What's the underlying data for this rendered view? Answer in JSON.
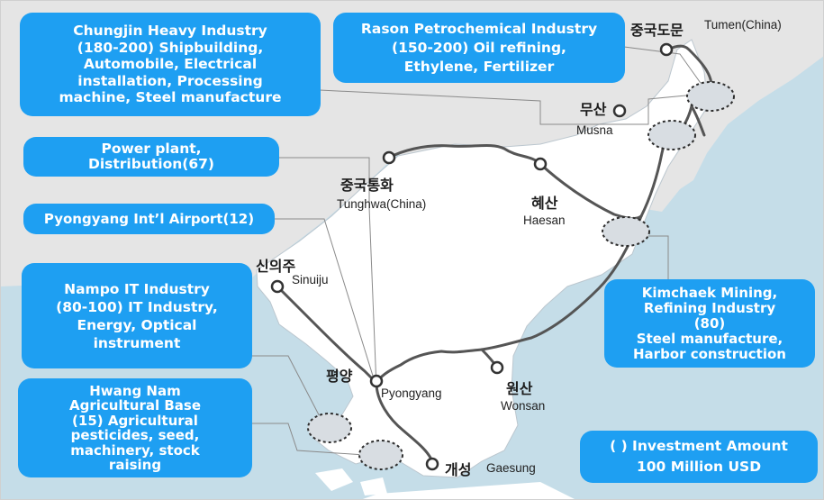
{
  "colors": {
    "box_fill": "#1e9ff2",
    "box_text": "#ffffff",
    "sea": "#c5dde8",
    "land": "#ffffff",
    "china_land": "#e5e5e5",
    "railway": "#555555",
    "zone_fill": "#d8dde2",
    "zone_border": "#2e2e2e"
  },
  "boxes": {
    "chungjin": {
      "lines": [
        "Chungjin  Heavy Industry",
        "(180-200)  Shipbuilding,",
        "Automobile, Electrical",
        "installation, Processing",
        "machine, Steel manufacture"
      ]
    },
    "rason": {
      "lines": [
        "Rason Petrochemical Industry",
        "(150-200)  Oil refining,",
        "Ethylene, Fertilizer"
      ]
    },
    "power": {
      "lines": [
        "Power plant,",
        "Distribution(67)"
      ]
    },
    "airport": {
      "lines": [
        "Pyongyang Int’l Airport(12)"
      ]
    },
    "nampo": {
      "lines": [
        "Nampo IT Industry",
        "(80-100)  IT Industry,",
        "Energy, Optical",
        "instrument"
      ]
    },
    "hwangnam": {
      "lines": [
        "Hwang Nam",
        "Agricultural Base",
        "(15)  Agricultural",
        "pesticides,  seed,",
        "machinery, stock",
        "raising"
      ]
    },
    "kimchaek": {
      "lines": [
        "Kimchaek Mining,",
        "Refining Industry",
        "(80)",
        "Steel manufacture,",
        "Harbor construction"
      ]
    },
    "legend": {
      "lines": [
        "(    ) Investment Amount",
        "100  Million USD"
      ]
    }
  },
  "cities": {
    "tumen": {
      "ko": "중국도문",
      "en": "Tumen(China)"
    },
    "musan": {
      "ko": "무산",
      "en": "Musna"
    },
    "tunghwa": {
      "ko": "중국통화",
      "en": "Tunghwa(China)"
    },
    "haesan": {
      "ko": "혜산",
      "en": "Haesan"
    },
    "sinuiju": {
      "ko": "신의주",
      "en": "Sinuiju"
    },
    "pyongyang": {
      "ko": "평양",
      "en": "Pyongyang"
    },
    "wonsan": {
      "ko": "원산",
      "en": "Wonsan"
    },
    "gaesung": {
      "ko": "개성",
      "en": "Gaesung"
    }
  }
}
